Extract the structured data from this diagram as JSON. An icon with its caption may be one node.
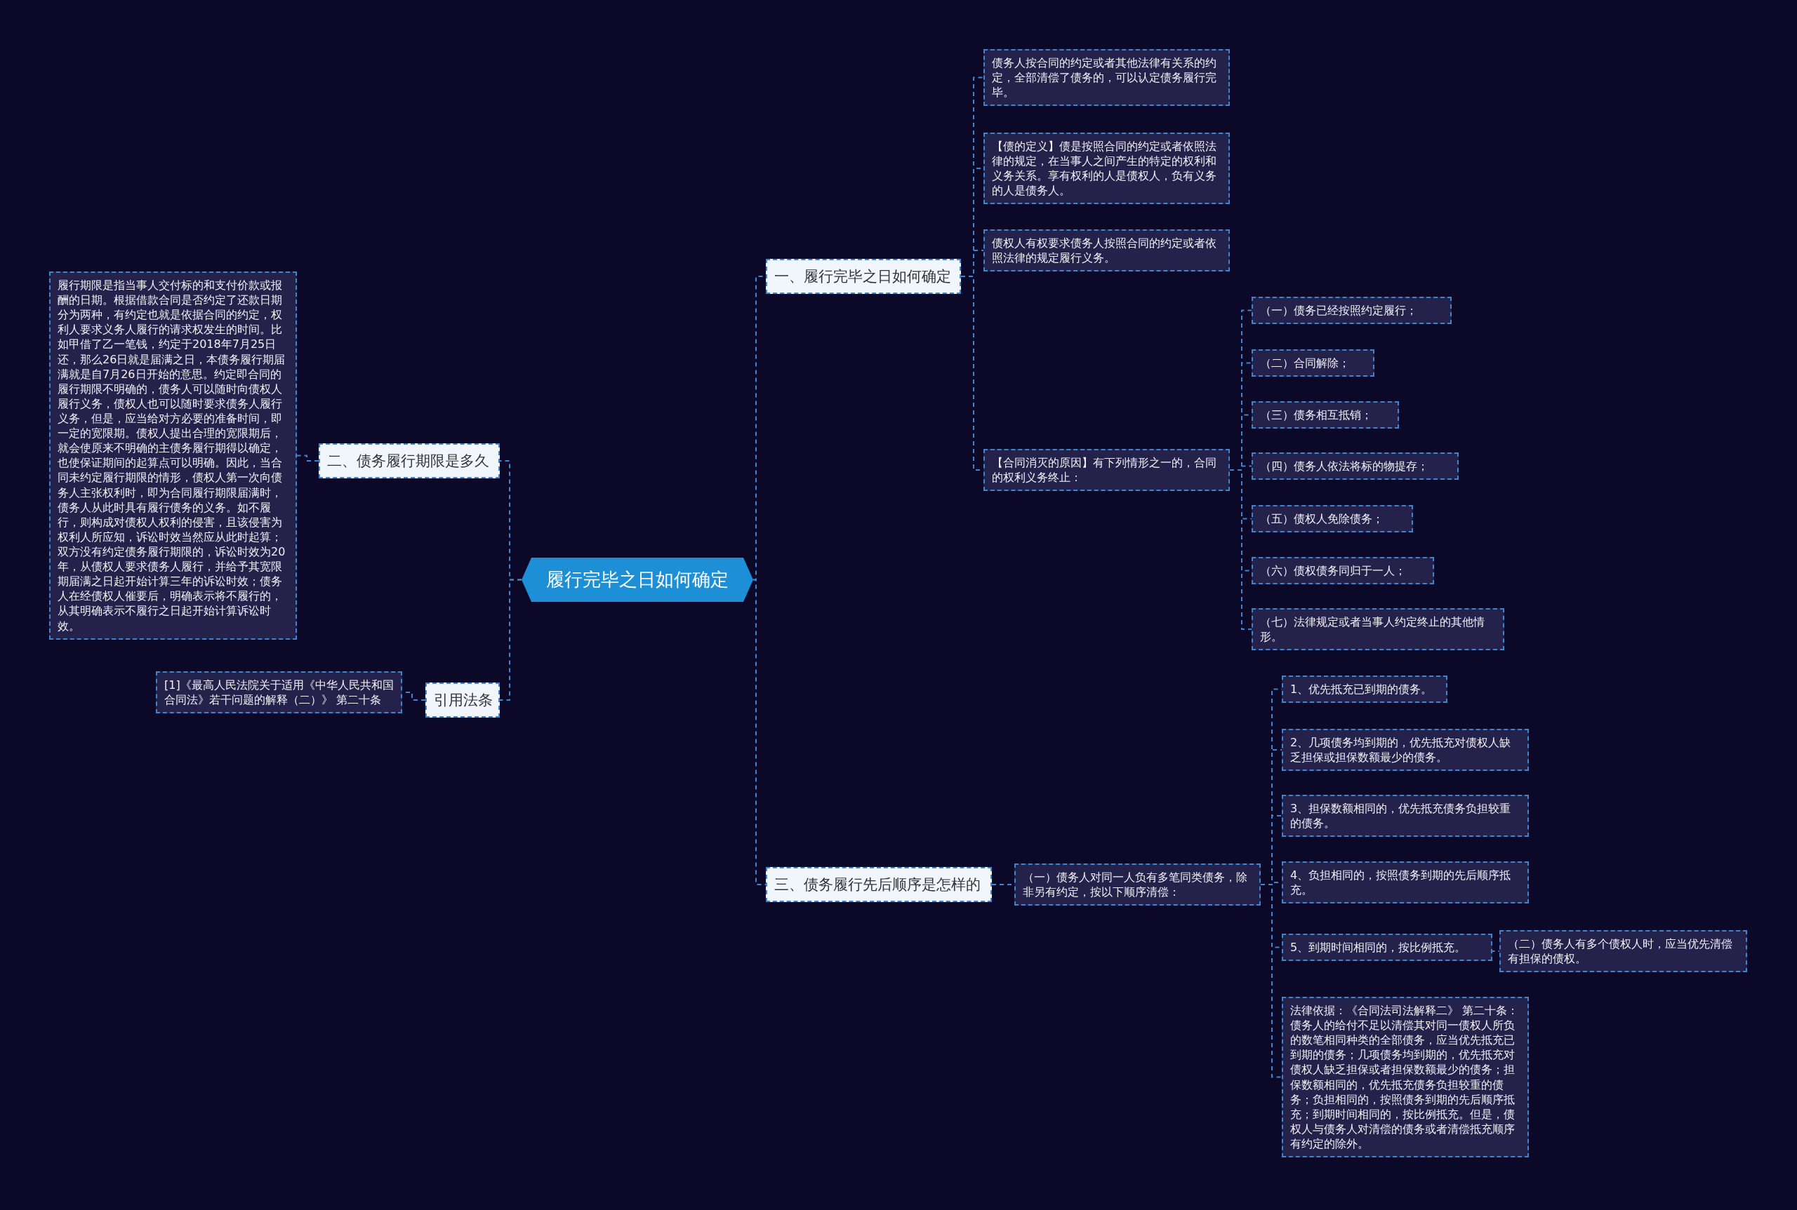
{
  "diagram": {
    "nodes": [
      {
        "text": [
          "履行完毕之日如何确定"
        ]
      },
      {
        "text": [
          "一、履行完毕之日如何确定"
        ]
      },
      {
        "text": [
          "债务人按合同的约定或者其他法律有关系的约定，全部清偿了债务的，可以认定债务履行完毕。"
        ]
      },
      {
        "text": [
          "【债的定义】债是按照合同的约定或者依照法律的规定，在当事人之间产生的特定的权利和义务关系。享有权利的人是债权人，负有义务的人是债务人。"
        ]
      },
      {
        "text": [
          "债权人有权要求债务人按照合同的约定或者依照法律的规定履行义务。"
        ]
      },
      {
        "text": [
          "【合同消灭的原因】有下列情形之一的，合同的权利义务终止："
        ]
      },
      {
        "text": [
          "（一）债务已经按照约定履行；"
        ]
      },
      {
        "text": [
          "（二）合同解除；"
        ]
      },
      {
        "text": [
          "（三）债务相互抵销；"
        ]
      },
      {
        "text": [
          "（四）债务人依法将标的物提存；"
        ]
      },
      {
        "text": [
          "（五）债权人免除债务；"
        ]
      },
      {
        "text": [
          "（六）债权债务同归于一人；"
        ]
      },
      {
        "text": [
          "（七）法律规定或者当事人约定终止的其他情形。"
        ]
      },
      {
        "text": [
          "二、债务履行期限是多久"
        ]
      },
      {
        "text": [
          "履行期限是指当事人交付标的和支付价款或报酬的日期。根据借款合同是否约定了还款日期分为两种，有约定也就是依据合同的约定，权利人要求义务人履行的请求权发生的时间。比如甲借了乙一笔钱，约定于2018年7月25日还，那么26日就是届满之日，本债务履行期届满就是自7月26日开始的意思。约定即合同的履行期限不明确的，债务人可以随时向债权人履行义务，债权人也可以随时要求债务人履行义务，但是，应当给对方必要的准备时间，即一定的宽限期。债权人提出合理的宽限期后，就会使原来不明确的主债务履行期得以确定，也使保证期间的起算点可以明确。因此，当合同未约定履行期限的情形，债权人第一次向债务人主张权利时，即为合同履行期限届满时，债务人从此时具有履行债务的义务。如不履行，则构成对债权人权利的侵害，且该侵害为权利人所应知，诉讼时效当然应从此时起算；双方没有约定债务履行期限的，诉讼时效为20年，从债权人要求债务人履行，并给予其宽限期届满之日起开始计算三年的诉讼时效；债务人在经债权人催要后，明确表示将不履行的，从其明确表示不履行之日起开始计算诉讼时效。"
        ]
      },
      {
        "text": [
          "引用法条"
        ]
      },
      {
        "text": [
          "[1]《最高人民法院关于适用《中华人民共和国合同法》若干问题的解释（二）》 第二十条"
        ]
      },
      {
        "text": [
          "三、债务履行先后顺序是怎样的"
        ]
      },
      {
        "text": [
          "（一）债务人对同一人负有多笔同类债务，除非另有约定，按以下顺序清偿："
        ]
      },
      {
        "text": [
          "1、优先抵充已到期的债务。"
        ]
      },
      {
        "text": [
          "2、几项债务均到期的，优先抵充对债权人缺乏担保或担保数额最少的债务。"
        ]
      },
      {
        "text": [
          "3、担保数额相同的，优先抵充债务负担较重的债务。"
        ]
      },
      {
        "text": [
          "4、负担相同的，按照债务到期的先后顺序抵充。"
        ]
      },
      {
        "text": [
          "5、到期时间相同的，按比例抵充。"
        ]
      },
      {
        "text": [
          "（二）债务人有多个债权人时，应当优先清偿有担保的债权。"
        ]
      },
      {
        "text": [
          "法律依据：《合同法司法解释二》 第二十条：债务人的给付不足以清偿其对同一债权人所负的数笔相同种类的全部债务，应当优先抵充已到期的债务；几项债务均到期的，优先抵充对债权人缺乏担保或者担保数额最少的债务；担保数额相同的，优先抵充债务负担较重的债务；负担相同的，按照债务到期的先后顺序抵充；到期时间相同的，按比例抵充。但是，债权人与债务人对清偿的债务或者清偿抵充顺序有约定的除外。"
        ]
      }
    ],
    "edges": [
      {
        "from": 0,
        "to": 1,
        "arrow": "none"
      },
      {
        "from": 0,
        "to": 13,
        "arrow": "none"
      },
      {
        "from": 0,
        "to": 15,
        "arrow": "none"
      },
      {
        "from": 0,
        "to": 17,
        "arrow": "none"
      },
      {
        "from": 1,
        "to": 2,
        "arrow": "none"
      },
      {
        "from": 1,
        "to": 3,
        "arrow": "none"
      },
      {
        "from": 1,
        "to": 4,
        "arrow": "none"
      },
      {
        "from": 1,
        "to": 5,
        "arrow": "none"
      },
      {
        "from": 5,
        "to": 6,
        "arrow": "none"
      },
      {
        "from": 5,
        "to": 7,
        "arrow": "none"
      },
      {
        "from": 5,
        "to": 8,
        "arrow": "none"
      },
      {
        "from": 5,
        "to": 9,
        "arrow": "none"
      },
      {
        "from": 5,
        "to": 10,
        "arrow": "none"
      },
      {
        "from": 5,
        "to": 11,
        "arrow": "none"
      },
      {
        "from": 5,
        "to": 12,
        "arrow": "none"
      },
      {
        "from": 13,
        "to": 14,
        "arrow": "none"
      },
      {
        "from": 15,
        "to": 16,
        "arrow": "none"
      },
      {
        "from": 17,
        "to": 18,
        "arrow": "none"
      },
      {
        "from": 18,
        "to": 19,
        "arrow": "none"
      },
      {
        "from": 18,
        "to": 20,
        "arrow": "none"
      },
      {
        "from": 18,
        "to": 21,
        "arrow": "none"
      },
      {
        "from": 18,
        "to": 22,
        "arrow": "none"
      },
      {
        "from": 18,
        "to": 23,
        "arrow": "none"
      },
      {
        "from": 18,
        "to": 25,
        "arrow": "none"
      },
      {
        "from": 23,
        "to": 24,
        "arrow": "none"
      }
    ]
  }
}
